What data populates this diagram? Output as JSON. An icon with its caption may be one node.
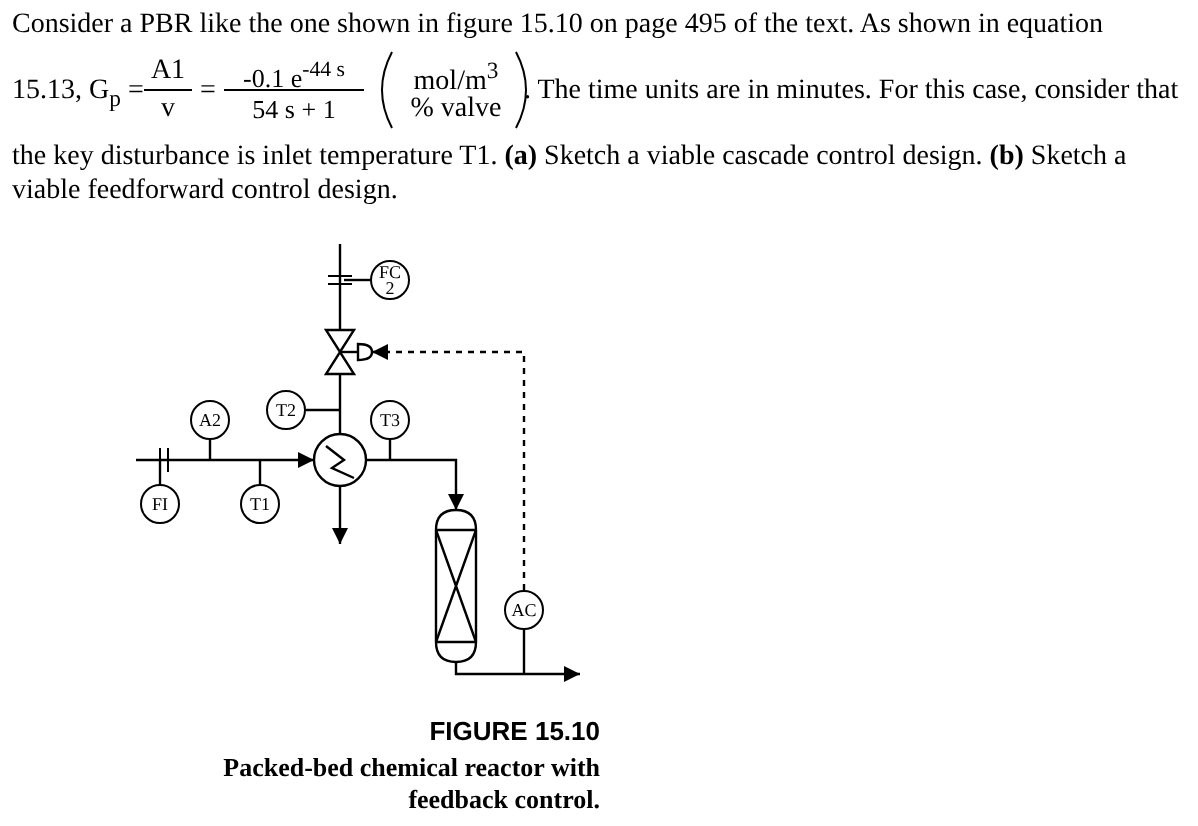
{
  "diagram": {
    "caption": "Packed-bed chemical reactor with feedback control.",
    "nodes": [
      {
        "text": [
          "FC 2"
        ]
      },
      {
        "text": [],
        "shape": "valve"
      },
      {
        "text": [
          "T2"
        ]
      },
      {
        "text": [
          "A2"
        ]
      },
      {
        "text": [
          "T3"
        ]
      },
      {
        "text": [],
        "shape": "circle"
      },
      {
        "text": [
          "FI"
        ]
      },
      {
        "text": [
          "T1"
        ]
      },
      {
        "text": [],
        "shape": "cylinder"
      },
      {
        "text": [
          "AC"
        ]
      }
    ],
    "edges": [
      {
        "from": null,
        "to": 1,
        "arrow": "none"
      },
      {
        "from": 0,
        "to": null,
        "arrow": "none"
      },
      {
        "from": 1,
        "to": 5,
        "arrow": "none"
      },
      {
        "from": 2,
        "to": null,
        "arrow": "none"
      },
      {
        "from": 3,
        "to": null,
        "arrow": "none"
      },
      {
        "from": null,
        "to": 5,
        "arrow": "to"
      },
      {
        "from": 6,
        "to": null,
        "arrow": "none"
      },
      {
        "from": 7,
        "to": null,
        "arrow": "none"
      },
      {
        "from": 4,
        "to": null,
        "arrow": "none"
      },
      {
        "from": 5,
        "to": 8,
        "arrow": "to"
      },
      {
        "from": 5,
        "to": null,
        "arrow": "to"
      },
      {
        "from": 8,
        "to": null,
        "arrow": "to"
      },
      {
        "from": 9,
        "to": null,
        "arrow": "none"
      },
      {
        "from": 9,
        "to": 1,
        "arrow": "to",
        "style": "dashed"
      }
    ],
    "labels": [
      "Consider a PBR like the one shown in figure 15.10 on page 495 of the text. As shown in equation",
      "15.13, G$_{p}$ =",
      "A1",
      "v",
      "=",
      "-0.1 e$^{-44 s}$",
      "54 s + 1",
      "mol/m$^{3}$",
      "% valve",
      ". The time units are in minutes. For this case, consider that",
      "the key disturbance is inlet temperature T1. **(a)** Sketch a viable cascade control design. **(b)** Sketch a viable feedforward control design.",
      "FIGURE 15.10"
    ]
  }
}
